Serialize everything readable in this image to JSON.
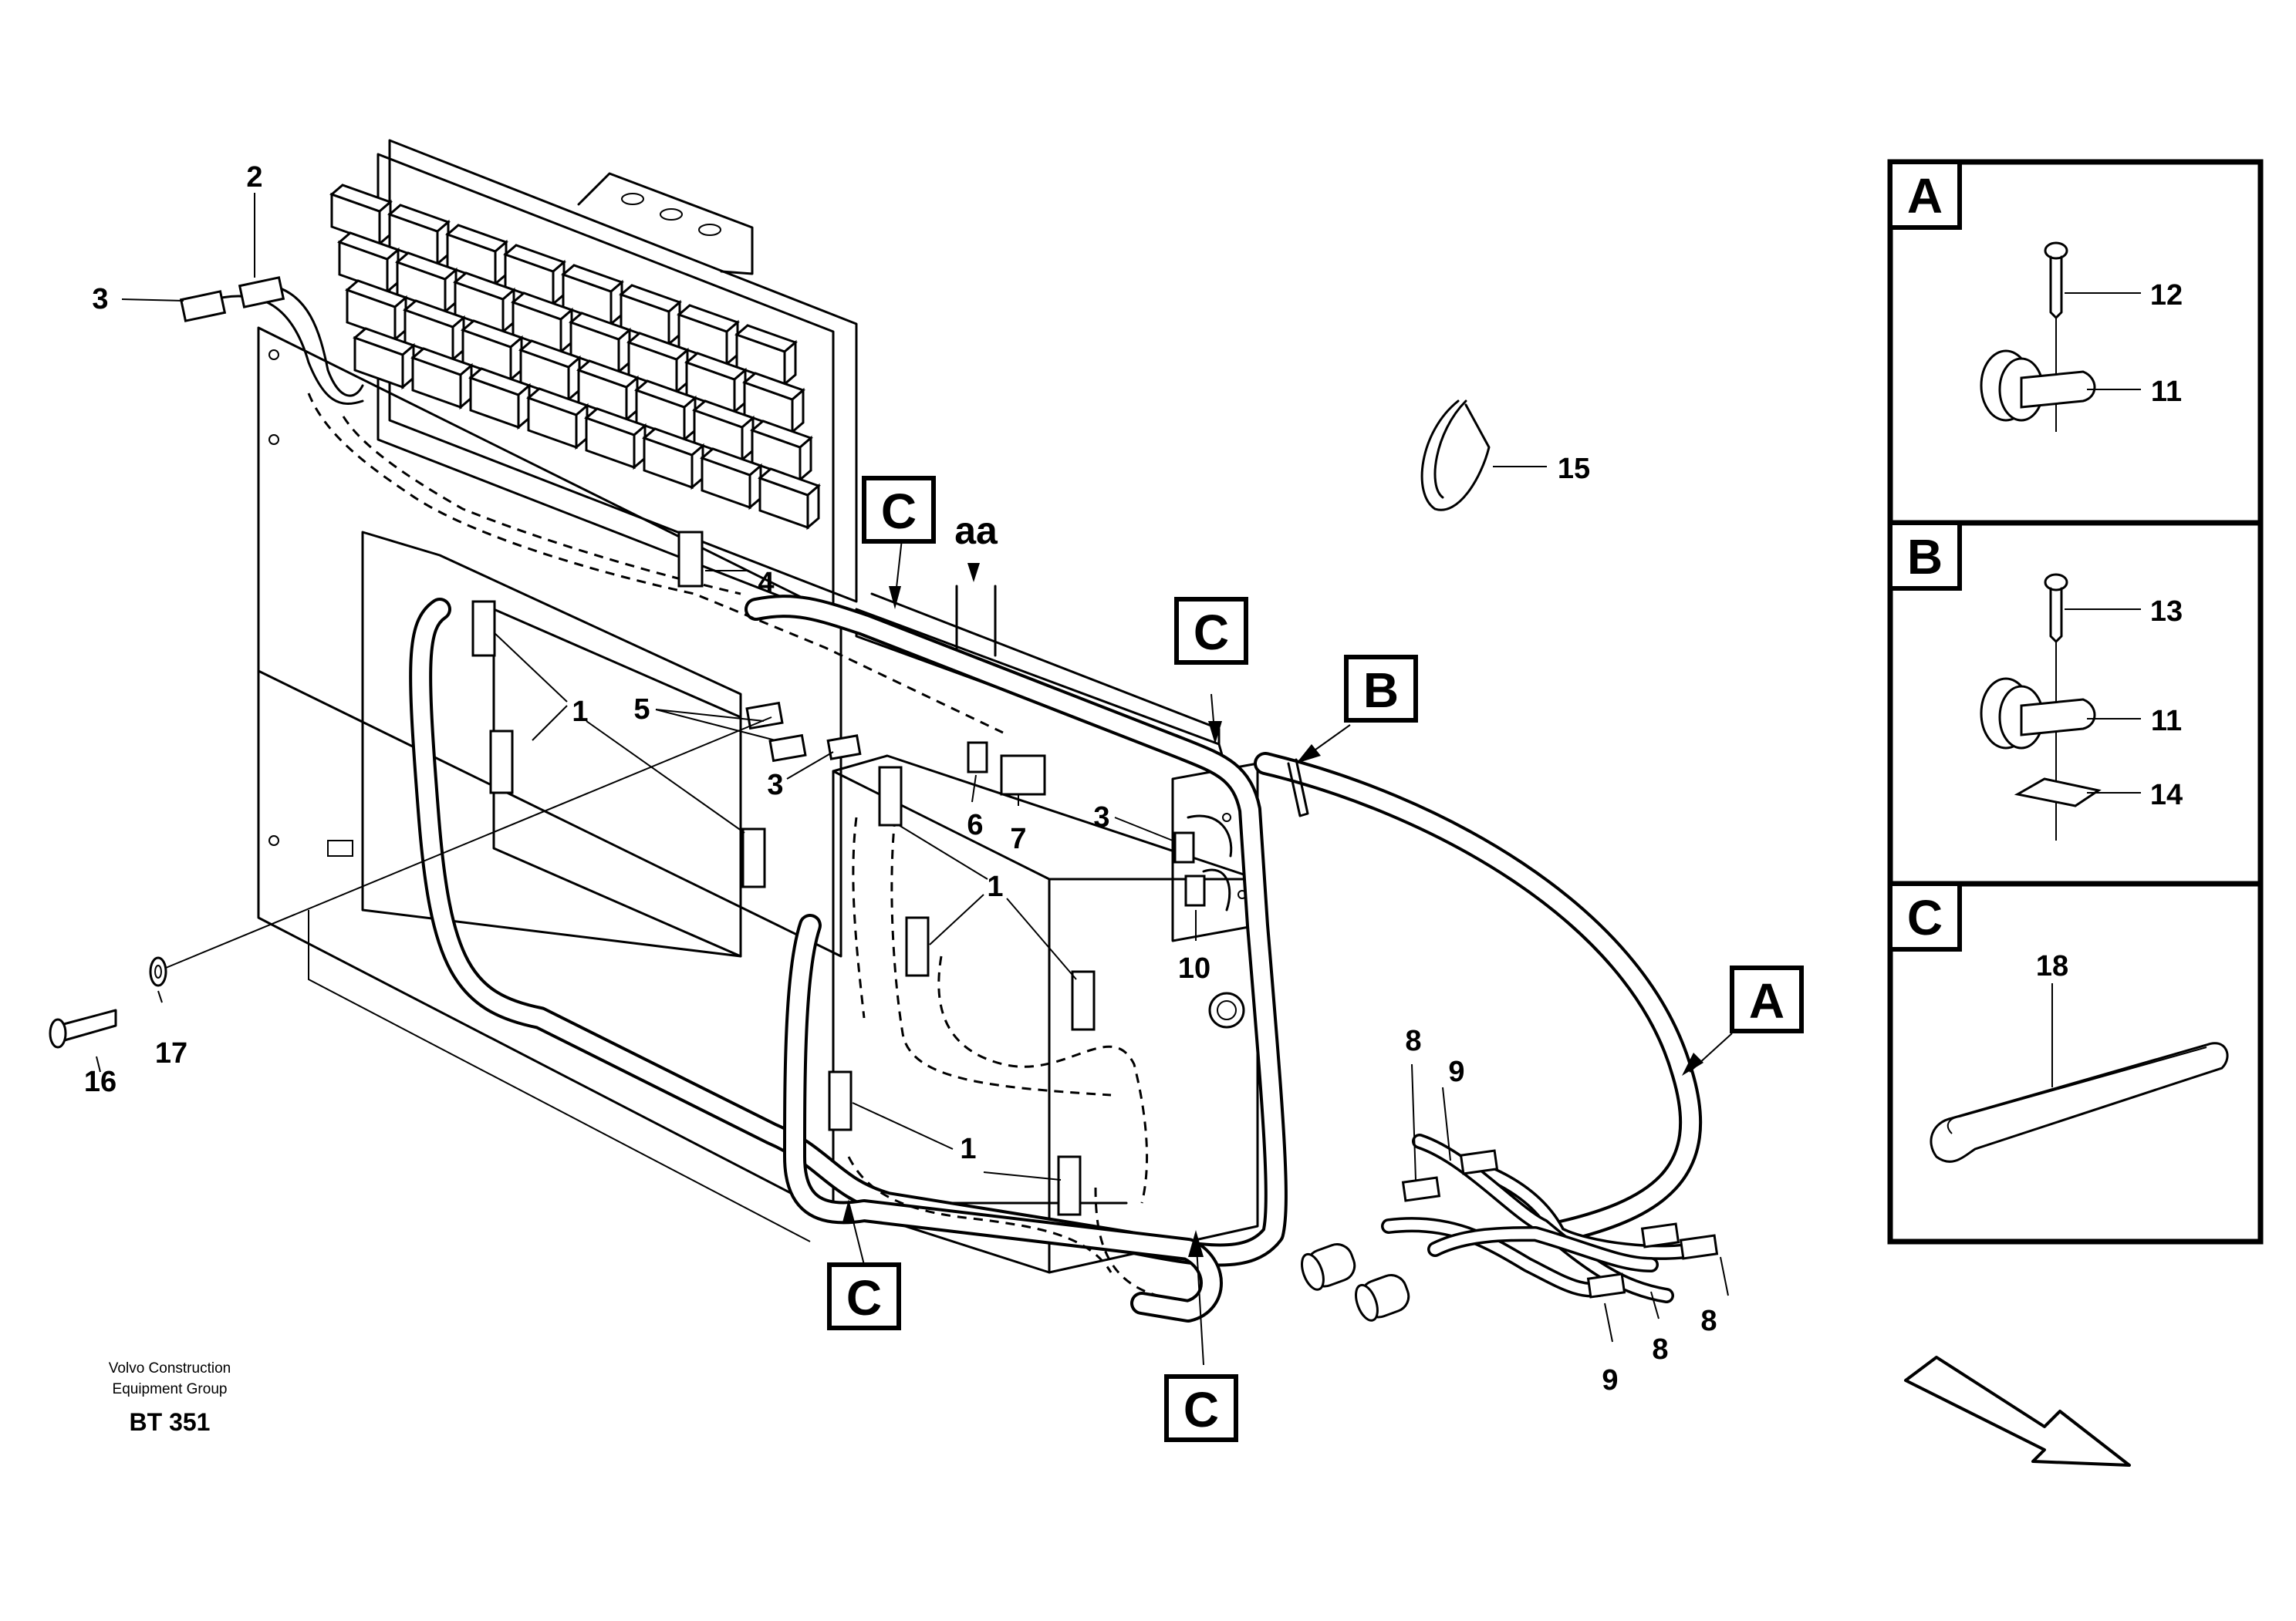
{
  "diagram": {
    "callout_labels": {
      "c1": "C",
      "c2": "C",
      "c3": "C",
      "c4": "C",
      "b": "B",
      "a": "A",
      "aa": "aa"
    },
    "item_numbers": {
      "n1a": "1",
      "n1b": "1",
      "n1c": "1",
      "n2": "2",
      "n3a": "3",
      "n3b": "3",
      "n3c": "3",
      "n4": "4",
      "n5": "5",
      "n6": "6",
      "n7": "7",
      "n8a": "8",
      "n8b": "8",
      "n8c": "8",
      "n9a": "9",
      "n9b": "9",
      "n10": "10",
      "n15": "15",
      "n16": "16",
      "n17": "17"
    },
    "detail_panels": [
      {
        "label": "A",
        "items": [
          "12",
          "11"
        ]
      },
      {
        "label": "B",
        "items": [
          "13",
          "11",
          "14"
        ]
      },
      {
        "label": "C",
        "items": [
          "18"
        ]
      }
    ],
    "footer": {
      "company_line1": "Volvo Construction",
      "company_line2": "Equipment Group",
      "code": "BT 351"
    }
  }
}
